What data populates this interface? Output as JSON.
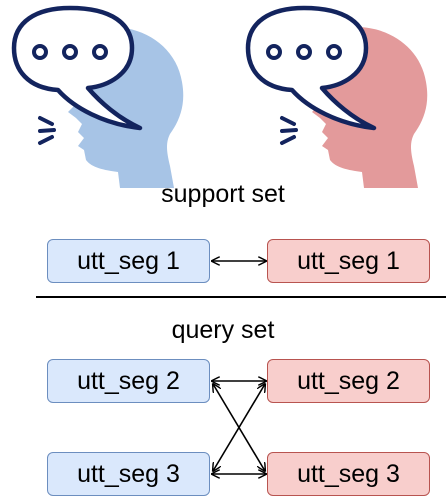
{
  "colors": {
    "blue_fill": "#dae8fc",
    "blue_stroke": "#6c8ebf",
    "red_fill": "#f8cecc",
    "red_stroke": "#b85450",
    "head_blue": "#a7c4e6",
    "head_red": "#e39a9b",
    "bubble_stroke": "#13245e",
    "arrow": "#000000"
  },
  "icons": {
    "left": "speaking-head-icon",
    "right": "speaking-head-icon"
  },
  "support_set": {
    "label": "support set",
    "left_segment": "utt_seg 1",
    "right_segment": "utt_seg 1"
  },
  "query_set": {
    "label": "query set",
    "left_segments": [
      "utt_seg 2",
      "utt_seg 3"
    ],
    "right_segments": [
      "utt_seg 2",
      "utt_seg 3"
    ]
  }
}
